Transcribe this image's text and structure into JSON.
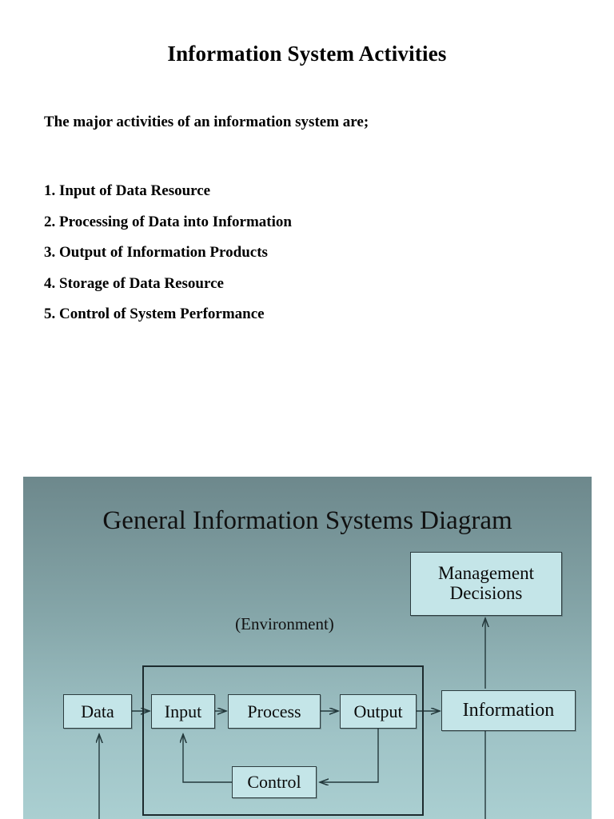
{
  "slide": {
    "title": "Information System Activities",
    "intro": "The major activities of an information system are;",
    "activities": [
      "1. Input of Data Resource",
      "2. Processing of Data into Information",
      "3. Output of Information Products",
      "4. Storage of Data Resource",
      "5. Control of System Performance"
    ]
  },
  "diagram": {
    "title": "General Information Systems Diagram",
    "environment_label": "(Environment)",
    "nodes": {
      "management_line1": "Management",
      "management_line2": "Decisions",
      "information": "Information",
      "data": "Data",
      "input": "Input",
      "process": "Process",
      "output": "Output",
      "control": "Control"
    },
    "colors": {
      "panel_top": "#6d888c",
      "panel_bottom": "#aacfd1",
      "node_fill": "#c4e5e8",
      "node_border": "#2d3d40",
      "boundary_border": "#1d2b2e",
      "text": "#000000"
    },
    "flow": [
      "Data -> Input",
      "Input -> Process",
      "Process -> Output",
      "Output -> Information",
      "Output -> Control",
      "Control -> Input",
      "Information -> Management Decisions"
    ]
  }
}
